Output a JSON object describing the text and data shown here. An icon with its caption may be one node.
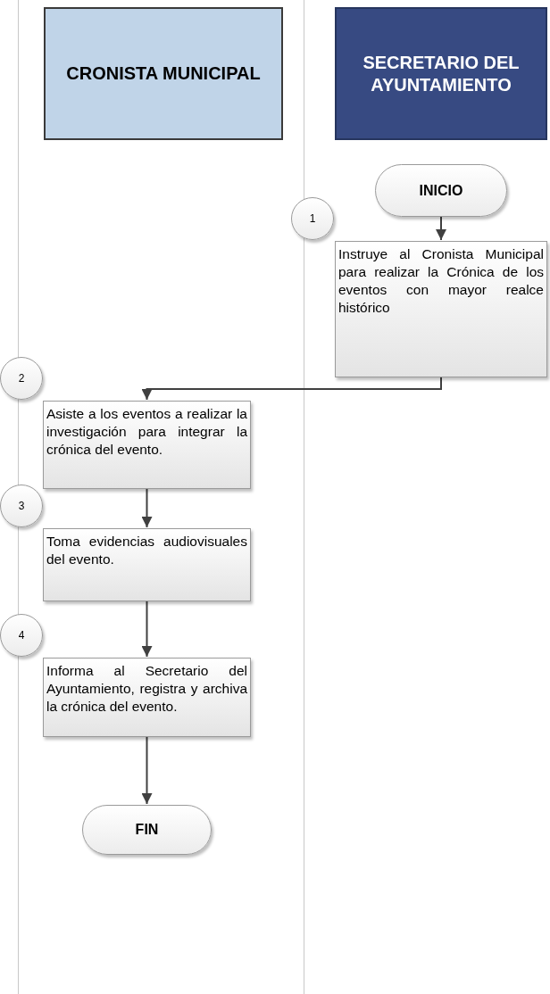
{
  "diagram": {
    "nodes": [
      {
        "text": [
          "CRONISTA MUNICIPAL"
        ]
      },
      {
        "text": [
          "SECRETARIO DEL AYUNTAMIENTO"
        ]
      },
      {
        "text": [
          "INICIO"
        ]
      },
      {
        "text": [
          "1"
        ]
      },
      {
        "text": [
          "Instruye al Cronista Municipal para realizar la Crónica de los eventos con mayor realce histórico"
        ]
      },
      {
        "text": [
          "2"
        ]
      },
      {
        "text": [
          "Asiste a los eventos a realizar la investigación para integrar la crónica del evento."
        ]
      },
      {
        "text": [
          "3"
        ]
      },
      {
        "text": [
          "Toma evidencias audiovisuales del evento."
        ]
      },
      {
        "text": [
          "4"
        ]
      },
      {
        "text": [
          "Informa al Secretario del Ayuntamiento, registra y archiva la crónica del evento."
        ]
      },
      {
        "text": [
          "FIN"
        ]
      }
    ],
    "edges": [
      {
        "from": 2,
        "to": 4,
        "arrow": "to"
      },
      {
        "from": 4,
        "to": 6,
        "arrow": "to"
      },
      {
        "from": 6,
        "to": 8,
        "arrow": "to"
      },
      {
        "from": 8,
        "to": 10,
        "arrow": "to"
      },
      {
        "from": 10,
        "to": 11,
        "arrow": "to"
      }
    ]
  }
}
